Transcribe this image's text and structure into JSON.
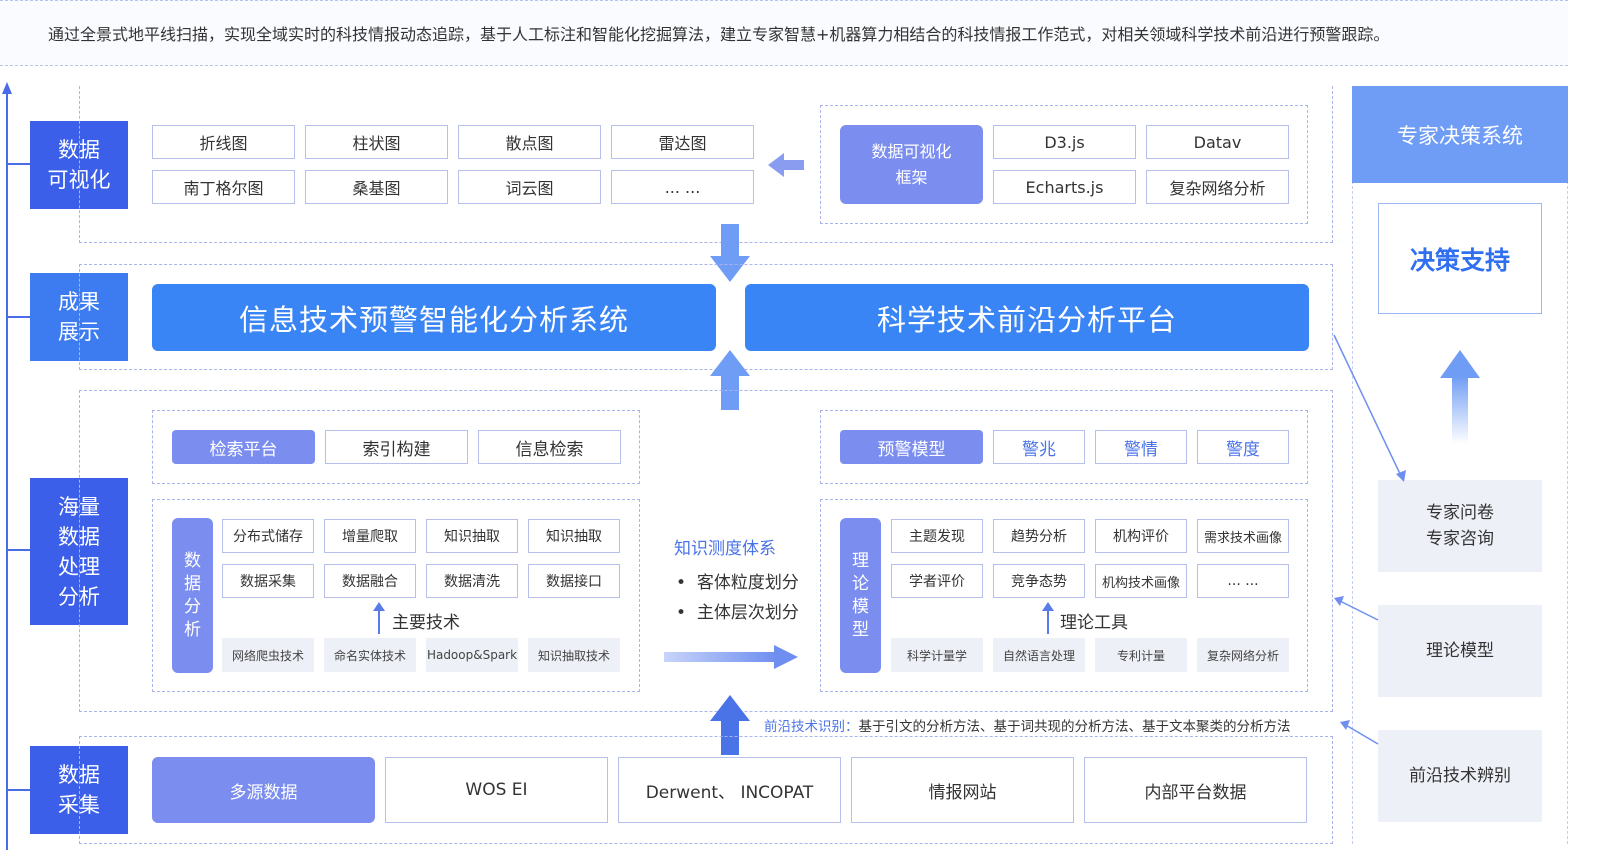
{
  "header": {
    "description": "通过全景式地平线扫描，实现全域实时的科技情报动态追踪，基于人工标注和智能化挖掘算法，建立专家智慧+机器算力相结合的科技情报工作范式，对相关领域科学技术前沿进行预警跟踪。"
  },
  "layers": {
    "visualization": "数据\n可视化",
    "results": "成果\n展示",
    "processing": "海量\n数据\n处理\n分析",
    "collection": "数据\n采集"
  },
  "charts": [
    "折线图",
    "柱状图",
    "散点图",
    "雷达图",
    "南丁格尔图",
    "桑基图",
    "词云图",
    "... ..."
  ],
  "vis_framework": {
    "label": "数据可视化\n框架",
    "items": [
      "D3.js",
      "Datav",
      "Echarts.js",
      "复杂网络分析"
    ]
  },
  "systems": {
    "left": "信息技术预警智能化分析系统",
    "right": "科学技术前沿分析平台"
  },
  "search": {
    "label": "检索平台",
    "items": [
      "索引构建",
      "信息检索"
    ]
  },
  "data_analysis": {
    "label": "数\n据\n分\n析",
    "row1": [
      "分布式储存",
      "增量爬取",
      "知识抽取",
      "知识抽取"
    ],
    "row2": [
      "数据采集",
      "数据融合",
      "数据清洗",
      "数据接口"
    ],
    "main_tech": "主要技术",
    "techs": [
      "网络爬虫技术",
      "命名实体技术",
      "Hadoop&Spark",
      "知识抽取技术"
    ]
  },
  "knowledge": {
    "title": "知识测度体系",
    "items": [
      "客体粒度划分",
      "主体层次划分"
    ]
  },
  "warning": {
    "label": "预警模型",
    "items": [
      "警兆",
      "警情",
      "警度"
    ]
  },
  "theory": {
    "label": "理\n论\n模\n型",
    "row1": [
      "主题发现",
      "趋势分析",
      "机构评价",
      "需求技术画像"
    ],
    "row2": [
      "学者评价",
      "竞争态势",
      "机构技术画像",
      "... ..."
    ],
    "tools_label": "理论工具",
    "tools": [
      "科学计量学",
      "自然语言处理",
      "专利计量",
      "复杂网络分析"
    ]
  },
  "frontier": {
    "prefix": "前沿技术识别：",
    "text": "基于引文的分析方法、基于词共现的分析方法、基于文本聚类的分析方法"
  },
  "sources": [
    "多源数据",
    "WOS EI",
    "Derwent、 INCOPAT",
    "情报网站",
    "内部平台数据"
  ],
  "expert": {
    "title": "专家决策系统",
    "support": "决策支持",
    "items": [
      "专家问卷\n专家咨询",
      "理论模型",
      "前沿技术辨别"
    ]
  },
  "colors": {
    "primary": "#3b5fe8",
    "bar": "#3a85f5",
    "pill": "#7b8ef0",
    "arrow": "#6f9cf4"
  }
}
